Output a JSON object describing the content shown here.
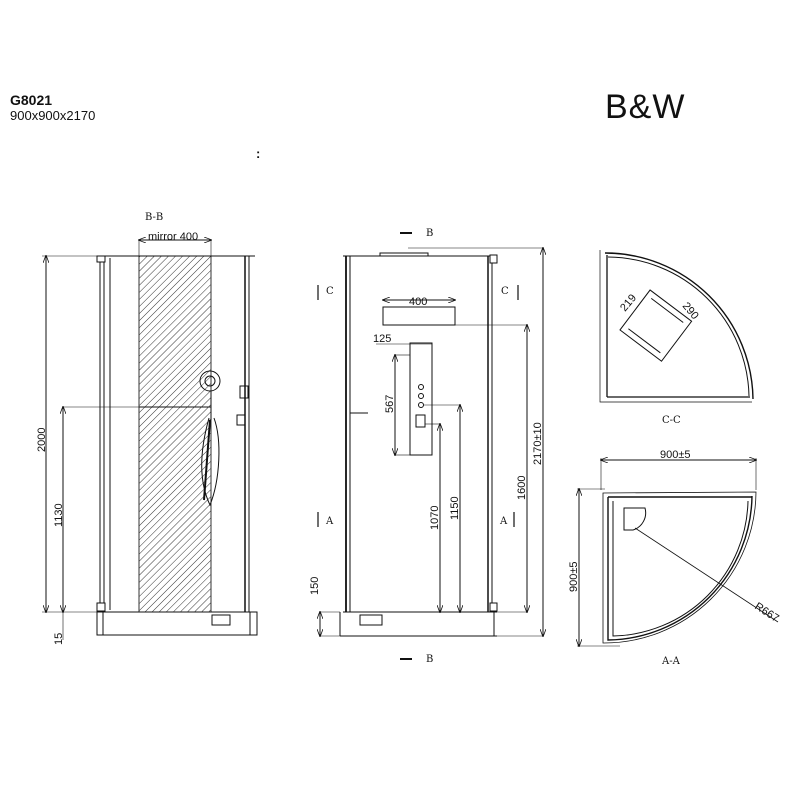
{
  "header": {
    "model": "G8021",
    "dimensions": "900x900x2170",
    "separator": ":",
    "logo": "B&W"
  },
  "view_bb": {
    "title": "B-B",
    "mirror": "mirror 400",
    "dims": [
      "2000",
      "1130",
      "15"
    ]
  },
  "view_front": {
    "section_b": "B",
    "section_c": "C",
    "section_a": "A",
    "dims": {
      "head": "400",
      "panel_width": "125",
      "panel_height": "567",
      "d1070": "1070",
      "d1150": "1150",
      "d1600": "1600",
      "total": "2170±10",
      "base": "150"
    }
  },
  "view_cc": {
    "title": "C-C",
    "dims": [
      "219",
      "290"
    ]
  },
  "view_aa": {
    "title": "A-A",
    "width": "900±5",
    "depth": "900±5",
    "radius": "R667"
  }
}
